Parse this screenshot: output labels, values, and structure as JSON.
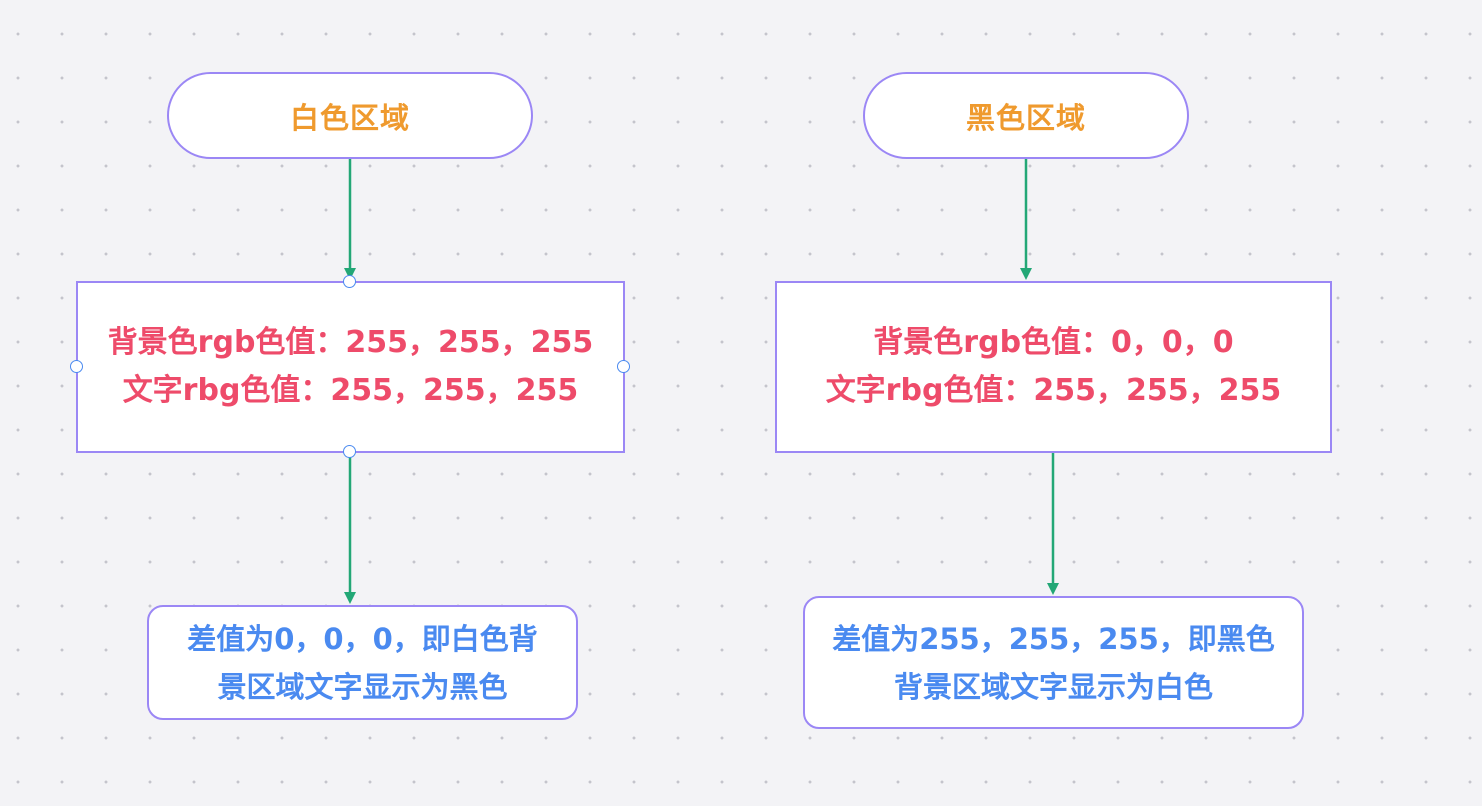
{
  "diagram": {
    "nodes": [
      {
        "id": "white-region",
        "shape": "pill",
        "lines": [
          "白色区域"
        ]
      },
      {
        "id": "white-values",
        "shape": "rect",
        "lines": [
          "背景色rgb色值：255，255，255",
          "文字rbg色值：255，255，255"
        ]
      },
      {
        "id": "white-result",
        "shape": "round",
        "lines": [
          "差值为0，0，0，即白色背",
          "景区域文字显示为黑色"
        ]
      },
      {
        "id": "black-region",
        "shape": "pill",
        "lines": [
          "黑色区域"
        ]
      },
      {
        "id": "black-values",
        "shape": "rect",
        "lines": [
          "背景色rgb色值：0，0，0",
          "文字rbg色值：255，255，255"
        ]
      },
      {
        "id": "black-result",
        "shape": "round",
        "lines": [
          "差值为255，255，255，即黑色",
          "背景区域文字显示为白色"
        ]
      }
    ],
    "edges": [
      {
        "from": "white-region",
        "to": "white-values"
      },
      {
        "from": "white-values",
        "to": "white-result"
      },
      {
        "from": "black-region",
        "to": "black-values"
      },
      {
        "from": "black-values",
        "to": "black-result"
      }
    ],
    "selected_node": "white-values",
    "colors": {
      "canvas": "#f3f3f6",
      "node_border": "#9b87f5",
      "region_text": "#ef9a2e",
      "values_text": "#ee4b6a",
      "result_text": "#4a8af0",
      "edge": "#23a776",
      "handle_border": "#4a8af0"
    }
  }
}
